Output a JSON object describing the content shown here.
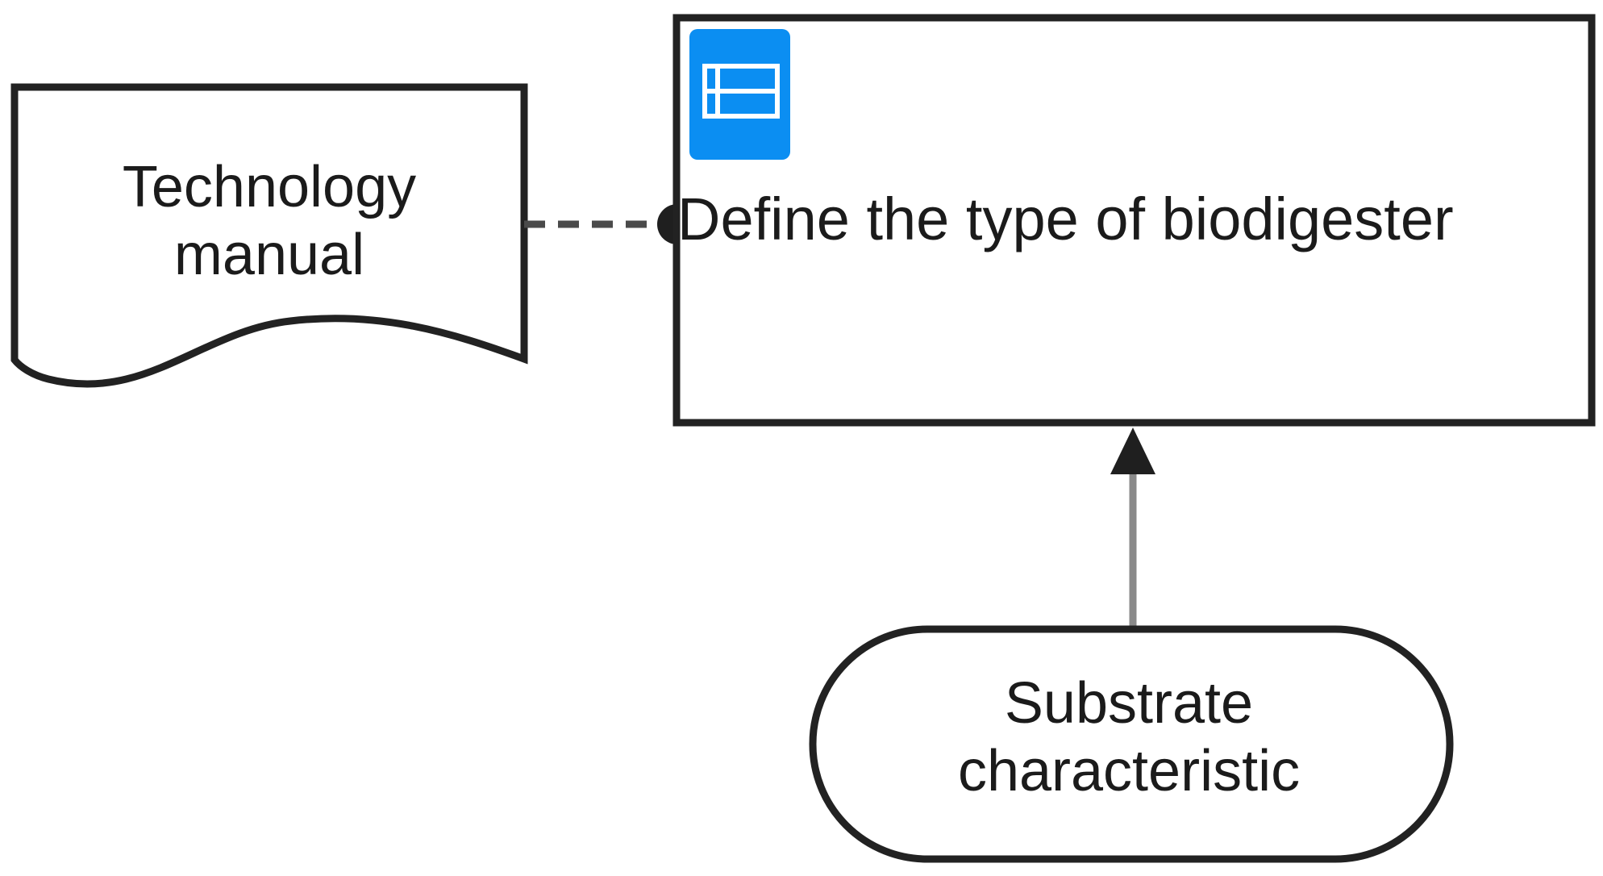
{
  "nodes": {
    "document": {
      "label": "Technology\nmanual"
    },
    "task": {
      "label": "Define the type of biodigester",
      "icon": "task-list-icon",
      "icon_color": "#0b8ef2"
    },
    "input": {
      "label": "Substrate\ncharacteristic"
    }
  },
  "edges": [
    {
      "from": "document",
      "to": "task",
      "style": "dashed"
    },
    {
      "from": "input",
      "to": "task",
      "style": "solid-arrow"
    }
  ],
  "colors": {
    "stroke": "#222222",
    "dashed_line": "#4a4a4a",
    "arrow_line": "#8a8a8a",
    "text": "#1b1b1b"
  }
}
